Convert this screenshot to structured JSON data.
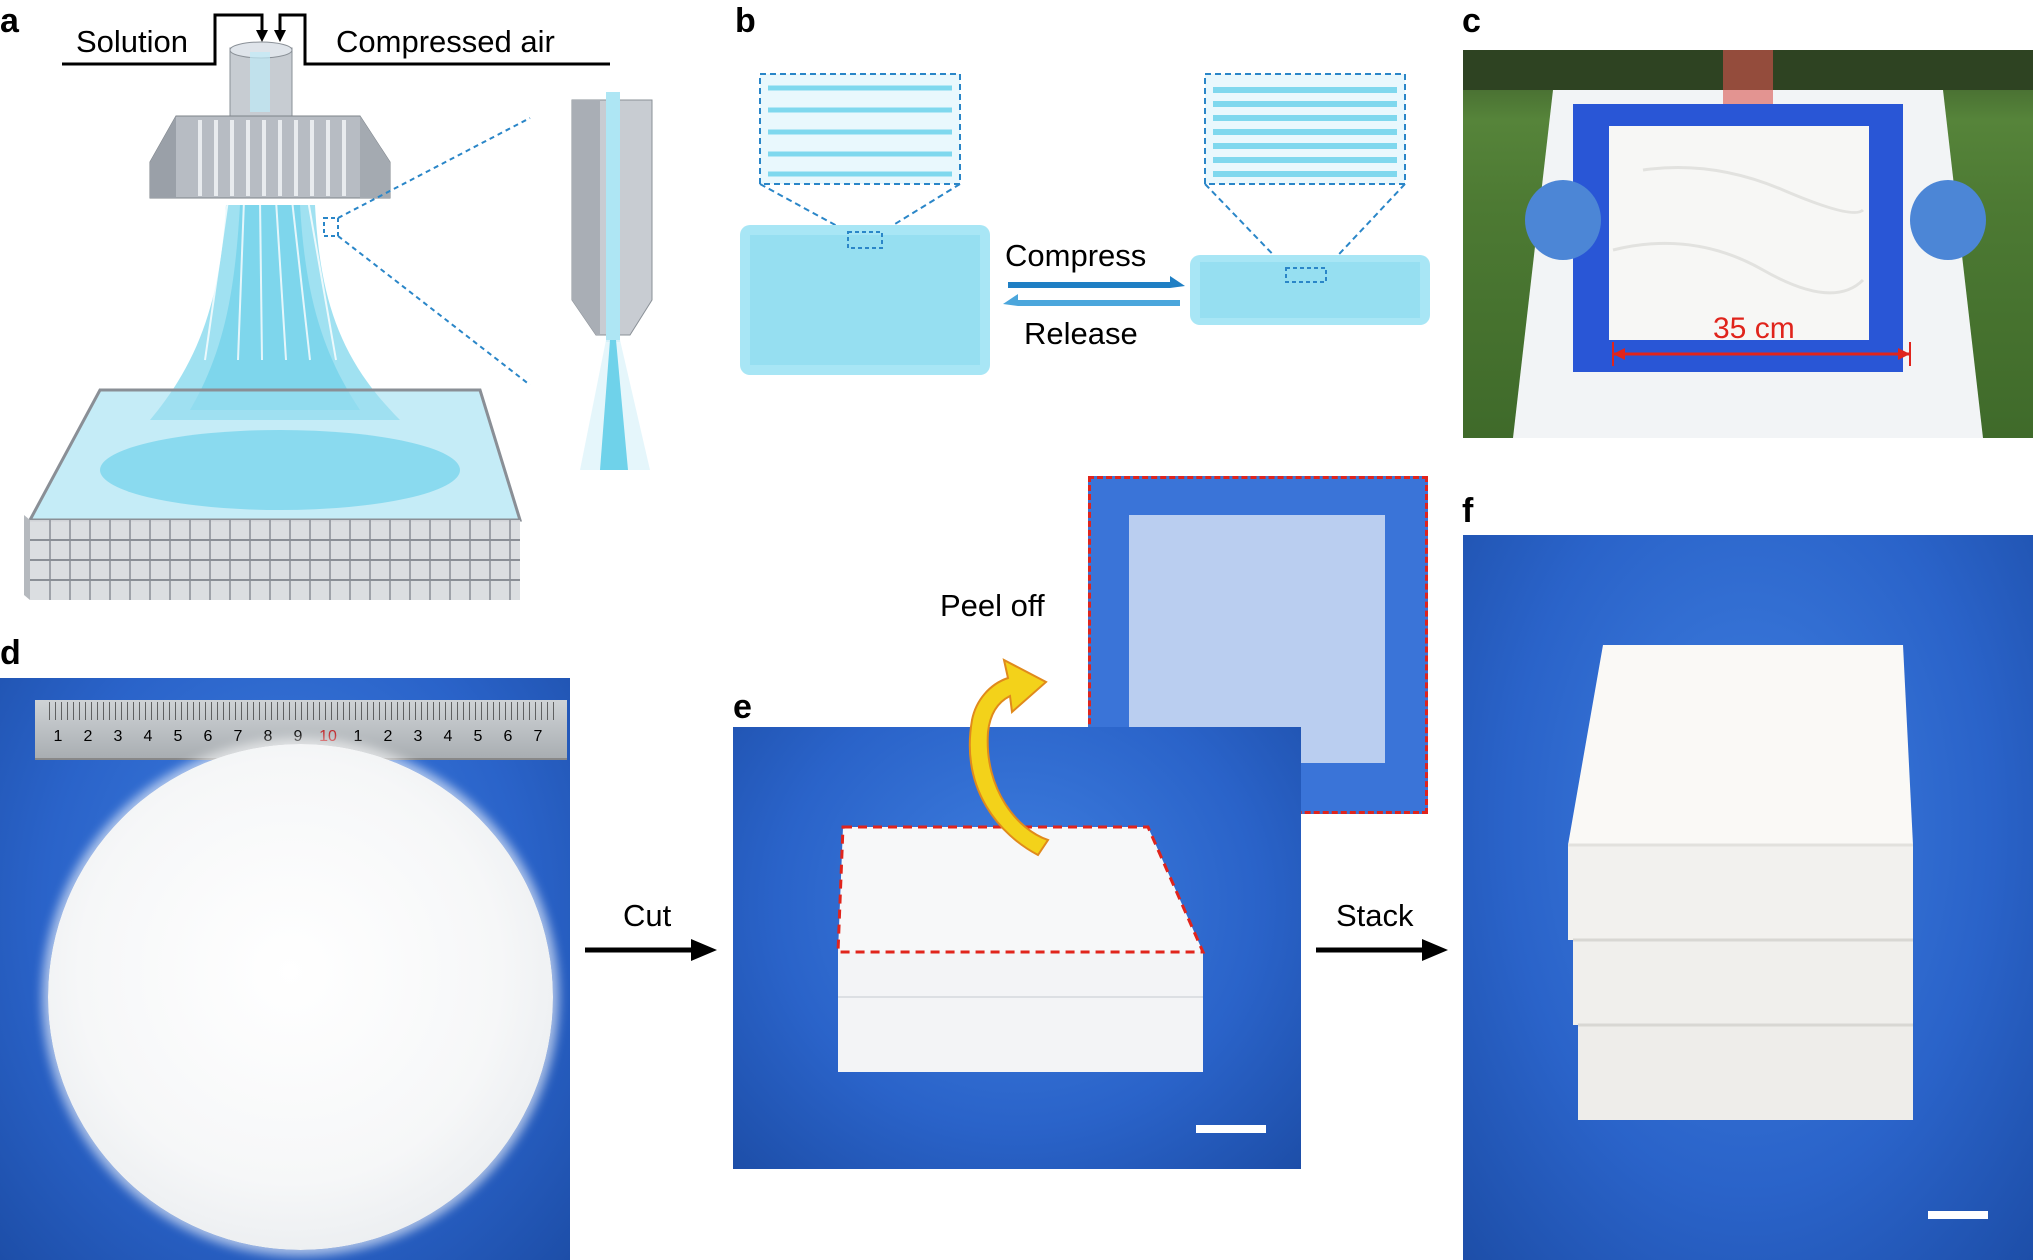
{
  "panels": {
    "a": {
      "label": "a",
      "solution_label": "Solution",
      "air_label": "Compressed air"
    },
    "b": {
      "label": "b",
      "compress_label": "Compress",
      "release_label": "Release"
    },
    "c": {
      "label": "c",
      "size_label": "35 cm"
    },
    "d": {
      "label": "d",
      "ruler_ticks": [
        "1",
        "2",
        "3",
        "4",
        "5",
        "6",
        "7",
        "8",
        "9",
        "10",
        "1",
        "2",
        "3",
        "4",
        "5",
        "6",
        "7"
      ],
      "cut_label": "Cut"
    },
    "e": {
      "label": "e",
      "peel_label": "Peel off"
    },
    "f": {
      "label": "f",
      "stack_label": "Stack"
    }
  },
  "colors": {
    "fiber_blue": "#7fd8ee",
    "dashed_blue": "#2a86c8",
    "photo_blue": "#2a63c9",
    "red_dash": "#e0241c",
    "arrow_yellow": "#f3d21a"
  }
}
